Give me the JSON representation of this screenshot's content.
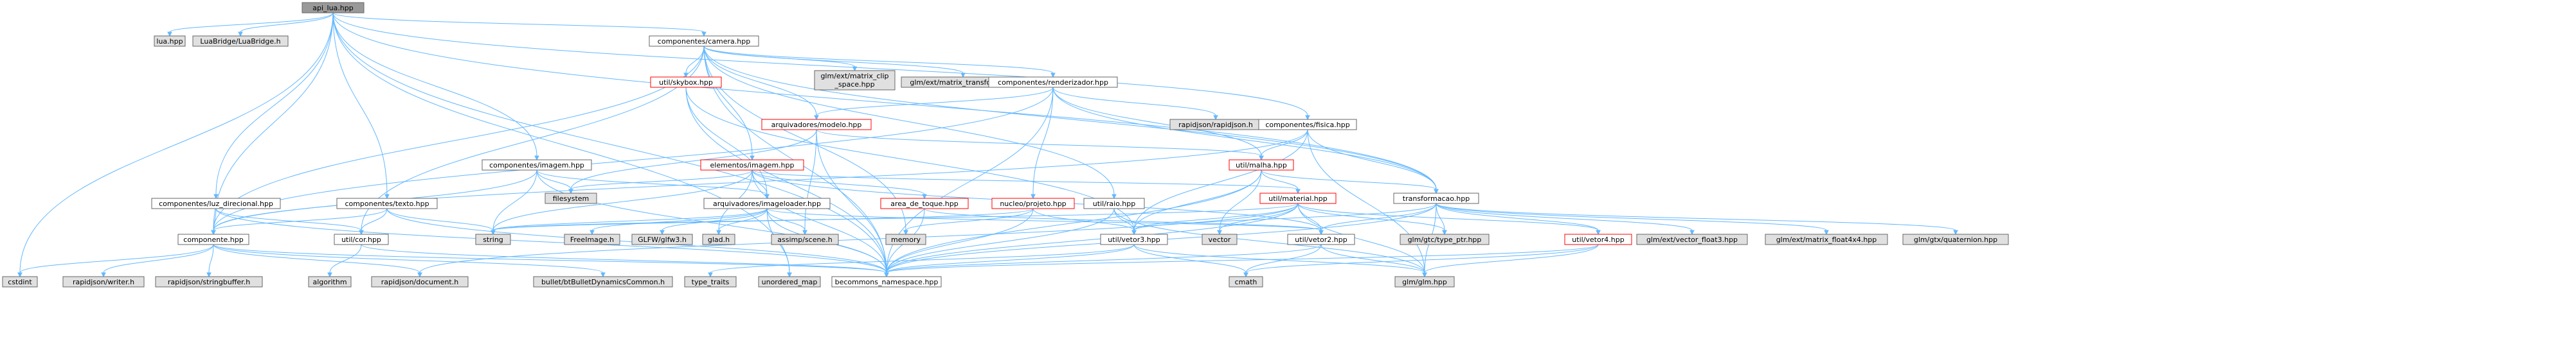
{
  "title": "api_lua.hpp",
  "colors": {
    "edge": "#63b8ff",
    "root_fill": "#999999",
    "normal_fill": "#ffffff",
    "external_fill": "#e0e0e0",
    "border": "#666666",
    "highlight_border": "#ff0000",
    "highlight_text": "#ff0000",
    "text": "#000000"
  },
  "nodes": [
    {
      "id": "api_lua",
      "label": "api_lua.hpp",
      "kind": "root"
    },
    {
      "id": "lua",
      "label": "lua.hpp",
      "kind": "external"
    },
    {
      "id": "luabridge",
      "label": "LuaBridge/LuaBridge.h",
      "kind": "external"
    },
    {
      "id": "camera",
      "label": "componentes/camera.hpp",
      "kind": "normal"
    },
    {
      "id": "skybox",
      "label": "util/skybox.hpp",
      "kind": "highlight"
    },
    {
      "id": "matrix_clip",
      "label": [
        "glm/ext/matrix_clip",
        "_space.hpp"
      ],
      "kind": "external"
    },
    {
      "id": "matrix_transform",
      "label": "glm/ext/matrix_transform.hpp",
      "kind": "external"
    },
    {
      "id": "renderizador",
      "label": "componentes/renderizador.hpp",
      "kind": "normal"
    },
    {
      "id": "modelo",
      "label": "arquivadores/modelo.hpp",
      "kind": "highlight"
    },
    {
      "id": "rapidjson",
      "label": "rapidjson/rapidjson.h",
      "kind": "external"
    },
    {
      "id": "fisica",
      "label": "componentes/fisica.hpp",
      "kind": "normal"
    },
    {
      "id": "malha",
      "label": "util/malha.hpp",
      "kind": "highlight"
    },
    {
      "id": "imagem_comp",
      "label": "componentes/imagem.hpp",
      "kind": "normal"
    },
    {
      "id": "elem_imagem",
      "label": "elementos/imagem.hpp",
      "kind": "highlight"
    },
    {
      "id": "filesystem",
      "label": "filesystem",
      "kind": "external"
    },
    {
      "id": "material",
      "label": "util/material.hpp",
      "kind": "highlight"
    },
    {
      "id": "transformacao",
      "label": "transformacao.hpp",
      "kind": "normal"
    },
    {
      "id": "luz",
      "label": "componentes/luz_direcional.hpp",
      "kind": "normal"
    },
    {
      "id": "texto",
      "label": "componentes/texto.hpp",
      "kind": "normal"
    },
    {
      "id": "imageloader",
      "label": "arquivadores/imageloader.hpp",
      "kind": "normal"
    },
    {
      "id": "area_toque",
      "label": "area_de_toque.hpp",
      "kind": "highlight"
    },
    {
      "id": "nucleo",
      "label": "nucleo/projeto.hpp",
      "kind": "highlight"
    },
    {
      "id": "raio",
      "label": "util/raio.hpp",
      "kind": "normal"
    },
    {
      "id": "vector",
      "label": "vector",
      "kind": "external"
    },
    {
      "id": "componente",
      "label": "componente.hpp",
      "kind": "normal"
    },
    {
      "id": "cor",
      "label": "util/cor.hpp",
      "kind": "normal"
    },
    {
      "id": "string",
      "label": "string",
      "kind": "external"
    },
    {
      "id": "freeimage",
      "label": "FreeImage.h",
      "kind": "external"
    },
    {
      "id": "glfw",
      "label": "GLFW/glfw3.h",
      "kind": "external"
    },
    {
      "id": "glad",
      "label": "glad.h",
      "kind": "external"
    },
    {
      "id": "assimp",
      "label": "assimp/scene.h",
      "kind": "external"
    },
    {
      "id": "memory",
      "label": "memory",
      "kind": "external"
    },
    {
      "id": "vetor3",
      "label": "util/vetor3.hpp",
      "kind": "normal"
    },
    {
      "id": "vetor2",
      "label": "util/vetor2.hpp",
      "kind": "normal"
    },
    {
      "id": "type_ptr",
      "label": "glm/gtc/type_ptr.hpp",
      "kind": "external"
    },
    {
      "id": "vetor4",
      "label": "util/vetor4.hpp",
      "kind": "highlight"
    },
    {
      "id": "vector_float3",
      "label": "glm/ext/vector_float3.hpp",
      "kind": "external"
    },
    {
      "id": "matrix_float4x4",
      "label": "glm/ext/matrix_float4x4.hpp",
      "kind": "external"
    },
    {
      "id": "quaternion",
      "label": "glm/gtx/quaternion.hpp",
      "kind": "external"
    },
    {
      "id": "cstdint",
      "label": "cstdint",
      "kind": "external"
    },
    {
      "id": "writer",
      "label": "rapidjson/writer.h",
      "kind": "external"
    },
    {
      "id": "stringbuffer",
      "label": "rapidjson/stringbuffer.h",
      "kind": "external"
    },
    {
      "id": "algorithm",
      "label": "algorithm",
      "kind": "external"
    },
    {
      "id": "document",
      "label": "rapidjson/document.h",
      "kind": "external"
    },
    {
      "id": "bullet",
      "label": "bullet/btBulletDynamicsCommon.h",
      "kind": "external"
    },
    {
      "id": "type_traits",
      "label": "type_traits",
      "kind": "external"
    },
    {
      "id": "unordered_map",
      "label": "unordered_map",
      "kind": "external"
    },
    {
      "id": "namespace",
      "label": "becommons_namespace.hpp",
      "kind": "normal"
    },
    {
      "id": "cmath",
      "label": "cmath",
      "kind": "external"
    },
    {
      "id": "glm",
      "label": "glm/glm.hpp",
      "kind": "external"
    }
  ],
  "edges": [
    [
      "api_lua",
      "lua"
    ],
    [
      "api_lua",
      "luabridge"
    ],
    [
      "api_lua",
      "camera"
    ],
    [
      "api_lua",
      "fisica"
    ],
    [
      "api_lua",
      "imagem_comp"
    ],
    [
      "api_lua",
      "luz"
    ],
    [
      "api_lua",
      "texto"
    ],
    [
      "api_lua",
      "transformacao"
    ],
    [
      "api_lua",
      "componente"
    ],
    [
      "api_lua",
      "cstdint"
    ],
    [
      "api_lua",
      "namespace"
    ],
    [
      "api_lua",
      "unordered_map"
    ],
    [
      "camera",
      "skybox"
    ],
    [
      "camera",
      "matrix_clip"
    ],
    [
      "camera",
      "matrix_transform"
    ],
    [
      "camera",
      "renderizador"
    ],
    [
      "camera",
      "modelo"
    ],
    [
      "camera",
      "elem_imagem"
    ],
    [
      "camera",
      "raio"
    ],
    [
      "camera",
      "componente"
    ],
    [
      "camera",
      "cor"
    ],
    [
      "camera",
      "memory"
    ],
    [
      "camera",
      "namespace"
    ],
    [
      "camera",
      "transformacao"
    ],
    [
      "skybox",
      "imageloader"
    ],
    [
      "skybox",
      "vetor3"
    ],
    [
      "skybox",
      "namespace"
    ],
    [
      "renderizador",
      "modelo"
    ],
    [
      "renderizador",
      "rapidjson"
    ],
    [
      "renderizador",
      "malha"
    ],
    [
      "renderizador",
      "nucleo"
    ],
    [
      "renderizador",
      "componente"
    ],
    [
      "renderizador",
      "namespace"
    ],
    [
      "renderizador",
      "transformacao"
    ],
    [
      "modelo",
      "malha"
    ],
    [
      "modelo",
      "filesystem"
    ],
    [
      "modelo",
      "assimp"
    ],
    [
      "modelo",
      "namespace"
    ],
    [
      "fisica",
      "malha"
    ],
    [
      "fisica",
      "transformacao"
    ],
    [
      "fisica",
      "componente"
    ],
    [
      "fisica",
      "vetor3"
    ],
    [
      "fisica",
      "glm"
    ],
    [
      "malha",
      "material"
    ],
    [
      "malha",
      "vetor3"
    ],
    [
      "malha",
      "transformacao"
    ],
    [
      "malha",
      "vector"
    ],
    [
      "malha",
      "namespace"
    ],
    [
      "imagem_comp",
      "imageloader"
    ],
    [
      "imagem_comp",
      "filesystem"
    ],
    [
      "imagem_comp",
      "string"
    ],
    [
      "imagem_comp",
      "componente"
    ],
    [
      "imagem_comp",
      "namespace"
    ],
    [
      "elem_imagem",
      "imageloader"
    ],
    [
      "elem_imagem",
      "area_toque"
    ],
    [
      "elem_imagem",
      "filesystem"
    ],
    [
      "elem_imagem",
      "material"
    ],
    [
      "elem_imagem",
      "glad"
    ],
    [
      "elem_imagem",
      "vetor2"
    ],
    [
      "elem_imagem",
      "string"
    ],
    [
      "elem_imagem",
      "namespace"
    ],
    [
      "material",
      "string"
    ],
    [
      "material",
      "vector"
    ],
    [
      "material",
      "vetor2"
    ],
    [
      "material",
      "vetor3"
    ],
    [
      "material",
      "type_ptr"
    ],
    [
      "material",
      "vetor4"
    ],
    [
      "material",
      "document"
    ],
    [
      "material",
      "namespace"
    ],
    [
      "material",
      "glm"
    ],
    [
      "transformacao",
      "vetor3"
    ],
    [
      "transformacao",
      "vetor4"
    ],
    [
      "transformacao",
      "vector_float3"
    ],
    [
      "transformacao",
      "matrix_float4x4"
    ],
    [
      "transformacao",
      "quaternion"
    ],
    [
      "transformacao",
      "type_ptr"
    ],
    [
      "transformacao",
      "namespace"
    ],
    [
      "transformacao",
      "glm"
    ],
    [
      "transformacao",
      "vetor2"
    ],
    [
      "luz",
      "componente"
    ],
    [
      "luz",
      "cor"
    ],
    [
      "luz",
      "namespace"
    ],
    [
      "texto",
      "componente"
    ],
    [
      "texto",
      "cor"
    ],
    [
      "texto",
      "string"
    ],
    [
      "texto",
      "namespace"
    ],
    [
      "imageloader",
      "freeimage"
    ],
    [
      "imageloader",
      "glfw"
    ],
    [
      "imageloader",
      "glad"
    ],
    [
      "imageloader",
      "string"
    ],
    [
      "imageloader",
      "unordered_map"
    ],
    [
      "imageloader",
      "assimp"
    ],
    [
      "imageloader",
      "namespace"
    ],
    [
      "imageloader",
      "vetor2"
    ],
    [
      "area_toque",
      "vetor2"
    ],
    [
      "area_toque",
      "namespace"
    ],
    [
      "nucleo",
      "string"
    ],
    [
      "nucleo",
      "memory"
    ],
    [
      "nucleo",
      "namespace"
    ],
    [
      "nucleo",
      "vetor3"
    ],
    [
      "raio",
      "vetor3"
    ],
    [
      "raio",
      "namespace"
    ],
    [
      "raio",
      "glm"
    ],
    [
      "componente",
      "writer"
    ],
    [
      "componente",
      "stringbuffer"
    ],
    [
      "componente",
      "document"
    ],
    [
      "componente",
      "bullet"
    ],
    [
      "componente",
      "cstdint"
    ],
    [
      "componente",
      "namespace"
    ],
    [
      "cor",
      "algorithm"
    ],
    [
      "cor",
      "namespace"
    ],
    [
      "vetor3",
      "cmath"
    ],
    [
      "vetor3",
      "namespace"
    ],
    [
      "vetor3",
      "glm"
    ],
    [
      "vetor3",
      "type_traits"
    ],
    [
      "vetor2",
      "cmath"
    ],
    [
      "vetor2",
      "namespace"
    ],
    [
      "vetor2",
      "glm"
    ],
    [
      "vetor4",
      "cmath"
    ],
    [
      "vetor4",
      "namespace"
    ],
    [
      "vetor4",
      "glm"
    ]
  ]
}
